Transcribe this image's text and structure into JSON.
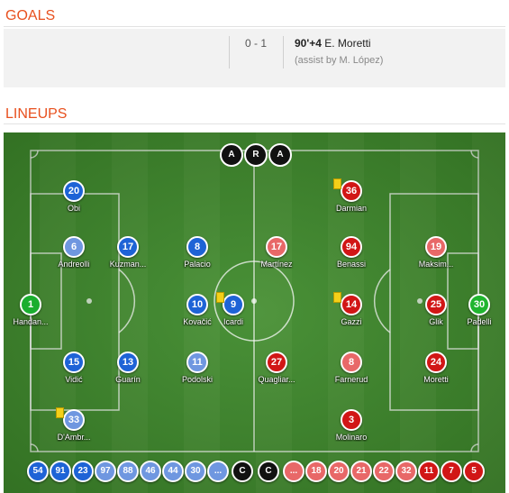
{
  "goals": {
    "title": "GOALS",
    "score": "0 - 1",
    "minute": "90'+4",
    "scorer": "E. Moretti",
    "assist": "(assist by M. López)"
  },
  "lineups": {
    "title": "LINEUPS",
    "referees": [
      "A",
      "R",
      "A"
    ],
    "colors": {
      "home": "#1e63d6",
      "home_light": "#6f97e0",
      "away": "#d11616",
      "away_light": "#e86868",
      "home_gk": "#1aae2f",
      "away_gk": "#20b52f",
      "official": "#111111",
      "yellow_card": "#f4d019"
    },
    "players": [
      {
        "num": "20",
        "name": "Obi",
        "side": "home"
      },
      {
        "num": "6",
        "name": "Andreolli",
        "side": "home_light"
      },
      {
        "num": "17",
        "name": "Kuzman...",
        "side": "home"
      },
      {
        "num": "8",
        "name": "Palacio",
        "side": "home"
      },
      {
        "num": "1",
        "name": "Handan...",
        "side": "home_gk"
      },
      {
        "num": "10",
        "name": "Kovačić",
        "side": "home"
      },
      {
        "num": "9",
        "name": "Icardi",
        "side": "home"
      },
      {
        "num": "15",
        "name": "Vidić",
        "side": "home"
      },
      {
        "num": "13",
        "name": "Guarín",
        "side": "home"
      },
      {
        "num": "11",
        "name": "Podolski",
        "side": "home_light"
      },
      {
        "num": "33",
        "name": "D'Ambr...",
        "side": "home_light"
      },
      {
        "num": "36",
        "name": "Darmian",
        "side": "away"
      },
      {
        "num": "17",
        "name": "Martínez",
        "side": "away_light"
      },
      {
        "num": "94",
        "name": "Benassi",
        "side": "away"
      },
      {
        "num": "19",
        "name": "Maksim...",
        "side": "away_light"
      },
      {
        "num": "14",
        "name": "Gazzi",
        "side": "away"
      },
      {
        "num": "25",
        "name": "Glik",
        "side": "away"
      },
      {
        "num": "30",
        "name": "Padelli",
        "side": "away_gk"
      },
      {
        "num": "27",
        "name": "Quagliar...",
        "side": "away"
      },
      {
        "num": "8",
        "name": "Farnerud",
        "side": "away_light"
      },
      {
        "num": "24",
        "name": "Moretti",
        "side": "away"
      },
      {
        "num": "3",
        "name": "Molinaro",
        "side": "away"
      }
    ],
    "bench": [
      {
        "label": "54",
        "side": "home"
      },
      {
        "label": "91",
        "side": "home"
      },
      {
        "label": "23",
        "side": "home"
      },
      {
        "label": "97",
        "side": "home_light"
      },
      {
        "label": "88",
        "side": "home_light"
      },
      {
        "label": "46",
        "side": "home_light"
      },
      {
        "label": "44",
        "side": "home_light"
      },
      {
        "label": "30",
        "side": "home_light"
      },
      {
        "label": "...",
        "side": "home_light"
      },
      {
        "label": "C",
        "side": "official"
      },
      {
        "label": "C",
        "side": "official"
      },
      {
        "label": "...",
        "side": "away_light"
      },
      {
        "label": "18",
        "side": "away_light"
      },
      {
        "label": "20",
        "side": "away_light"
      },
      {
        "label": "21",
        "side": "away_light"
      },
      {
        "label": "22",
        "side": "away_light"
      },
      {
        "label": "32",
        "side": "away_light"
      },
      {
        "label": "11",
        "side": "away"
      },
      {
        "label": "7",
        "side": "away"
      },
      {
        "label": "5",
        "side": "away"
      }
    ]
  }
}
